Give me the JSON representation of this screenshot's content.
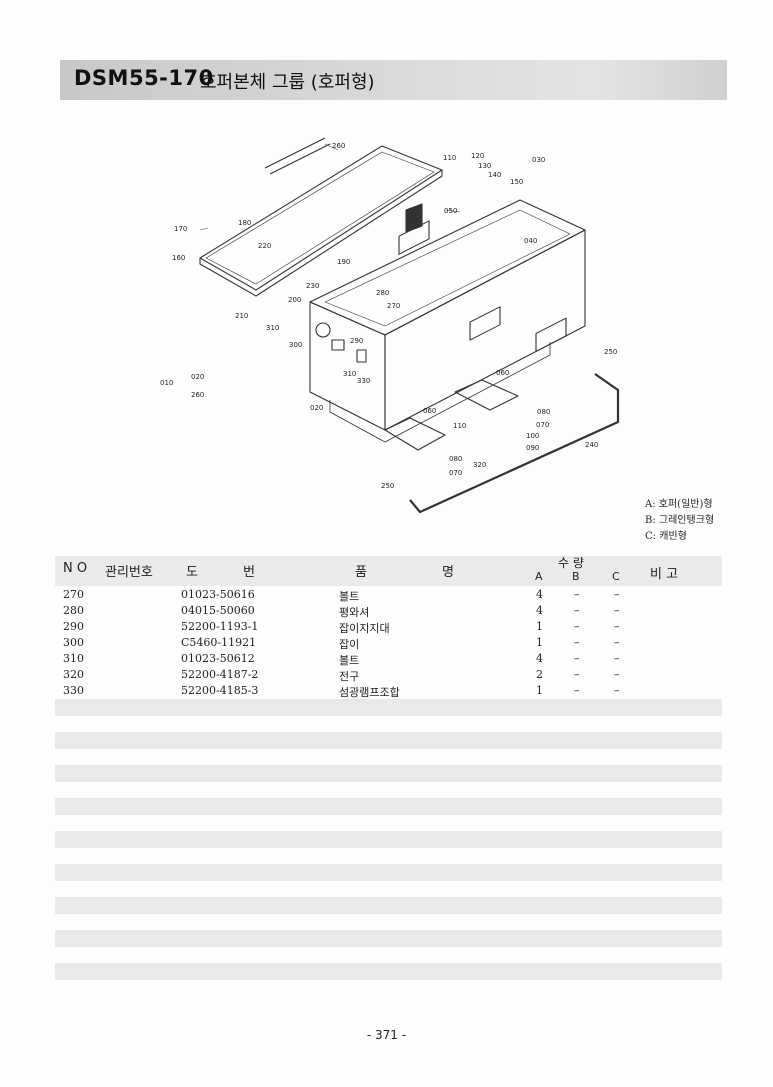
{
  "header": {
    "code": "DSM55-170",
    "name": "호퍼본체 그룹 (호퍼형)"
  },
  "diagram": {
    "callouts": [
      "260",
      "110",
      "120",
      "130",
      "140",
      "150",
      "030",
      "170",
      "180",
      "050",
      "220",
      "040",
      "160",
      "190",
      "230",
      "280",
      "200",
      "270",
      "210",
      "310",
      "290",
      "300",
      "250",
      "020",
      "010",
      "260",
      "310",
      "330",
      "060",
      "020",
      "060",
      "080",
      "110",
      "070",
      "100",
      "090",
      "240",
      "080",
      "070",
      "320",
      "250"
    ],
    "group_bracket": {
      "parent": "010",
      "children": [
        "020",
        "260"
      ]
    }
  },
  "legend": [
    "A: 호퍼(일반)형",
    "B: 그레인탱크형",
    "C: 캐빈형"
  ],
  "table": {
    "headers": {
      "no": "N O",
      "mgmt": "관리번호",
      "drawing1": "도",
      "drawing2": "번",
      "name1": "품",
      "name2": "명",
      "qty": "수  량",
      "a": "A",
      "b": "B",
      "c": "C",
      "remark": "비   고"
    },
    "rows": [
      {
        "no": "270",
        "drawing": "01023-50616",
        "name": "볼트",
        "a": "4",
        "b": "–",
        "c": "–"
      },
      {
        "no": "280",
        "drawing": "04015-50060",
        "name": "평와셔",
        "a": "4",
        "b": "–",
        "c": "–"
      },
      {
        "no": "290",
        "drawing": "52200-1193-1",
        "name": "잡이지지대",
        "a": "1",
        "b": "–",
        "c": "–"
      },
      {
        "no": "300",
        "drawing": "C5460-11921",
        "name": "잡이",
        "a": "1",
        "b": "–",
        "c": "–"
      },
      {
        "no": "310",
        "drawing": "01023-50612",
        "name": "볼트",
        "a": "4",
        "b": "–",
        "c": "–"
      },
      {
        "no": "320",
        "drawing": "52200-4187-2",
        "name": "전구",
        "a": "2",
        "b": "–",
        "c": "–"
      },
      {
        "no": "330",
        "drawing": "52200-4185-3",
        "name": "섬광램프조합",
        "a": "1",
        "b": "–",
        "c": "–"
      }
    ]
  },
  "page_number": "- 371 -"
}
